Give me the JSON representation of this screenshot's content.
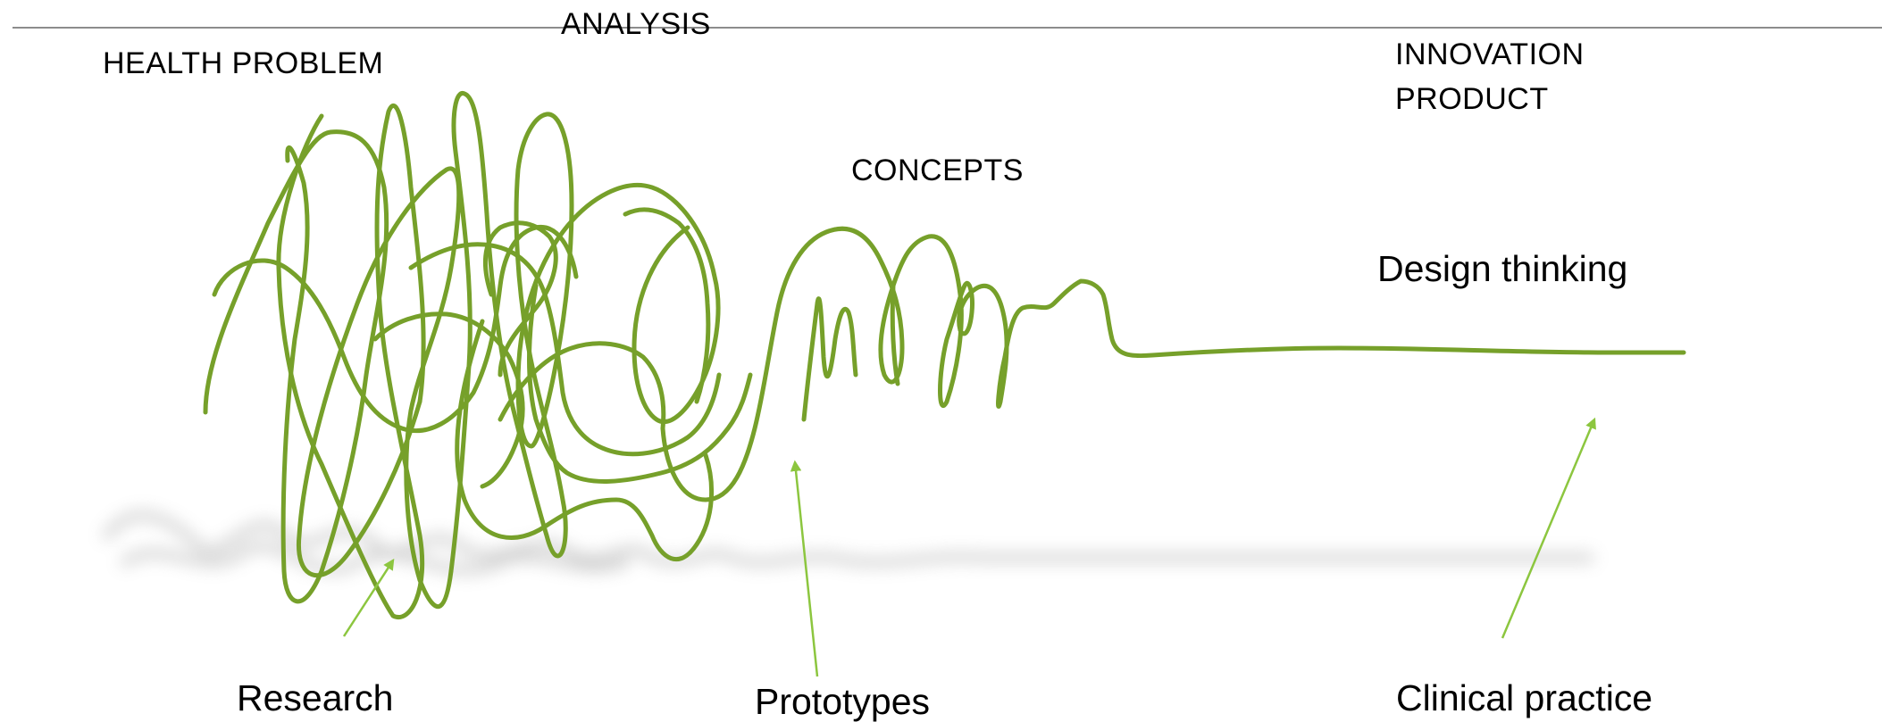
{
  "labels": {
    "health_problem": "HEALTH PROBLEM",
    "analysis": "ANALYSIS",
    "concepts": "CONCEPTS",
    "innovation_line1": "INNOVATION",
    "innovation_line2": "PRODUCT",
    "design_thinking": "Design thinking",
    "research": "Research",
    "prototypes": "Prototypes",
    "clinical_practice": "Clinical practice"
  },
  "colors": {
    "scribble": "#76a02a",
    "arrow": "#8cc63f",
    "shadow": "#9a9a9a",
    "rule": "#8c8c8c"
  }
}
